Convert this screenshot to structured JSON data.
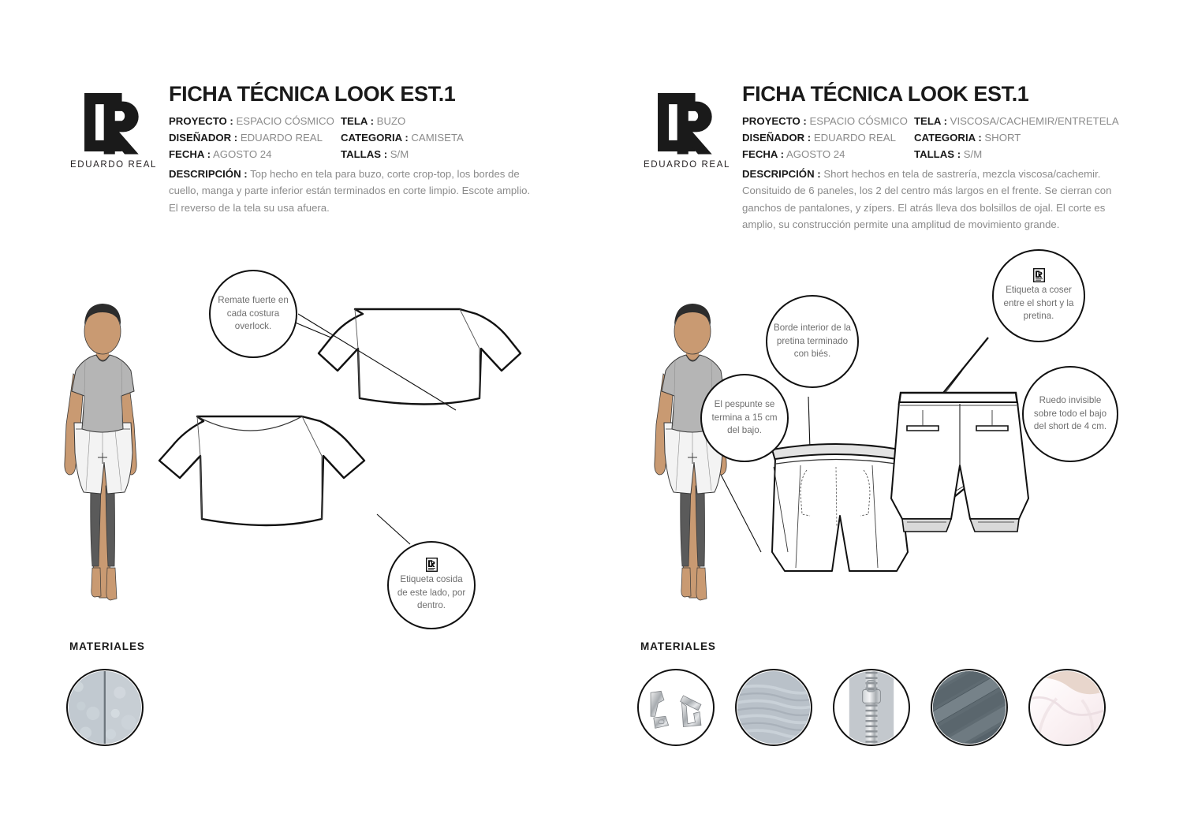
{
  "brand": {
    "logo_icon": "clr-monogram-icon",
    "wordmark": "EDUARDO REAL"
  },
  "panels": [
    {
      "title": "FICHA TÉCNICA LOOK EST.1",
      "fields": {
        "proyecto_label": "PROYECTO :",
        "proyecto_value": "ESPACIO CÓSMICO",
        "disenador_label": "DISEÑADOR :",
        "disenador_value": "EDUARDO REAL",
        "fecha_label": "FECHA :",
        "fecha_value": "AGOSTO 24",
        "tela_label": "TELA :",
        "tela_value": "BUZO",
        "categoria_label": "CATEGORIA :",
        "categoria_value": "CAMISETA",
        "tallas_label": "TALLAS :",
        "tallas_value": "S/M"
      },
      "descripcion_label": "DESCRIPCIÓN :",
      "descripcion_value": "Top hecho en tela para buzo, corte crop-top, los bordes de cuello, manga y parte inferior están terminados en corte limpio. Escote amplio. El reverso de la tela su usa afuera.",
      "callouts": [
        {
          "id": "remate-overlock",
          "text": "Remate fuerte en cada costura overlock.",
          "has_tag_icon": false
        },
        {
          "id": "etiqueta-cosida",
          "text": "Etiqueta cosida de este lado, por dentro.",
          "has_tag_icon": true
        }
      ],
      "materials_label": "MATERIALES",
      "materials": [
        {
          "id": "tela-buzo-swatch",
          "name": "fleece-fabric-swatch"
        }
      ]
    },
    {
      "title": "FICHA TÉCNICA LOOK EST.1",
      "fields": {
        "proyecto_label": "PROYECTO :",
        "proyecto_value": "ESPACIO CÓSMICO",
        "disenador_label": "DISEÑADOR :",
        "disenador_value": "EDUARDO REAL",
        "fecha_label": "FECHA :",
        "fecha_value": "AGOSTO 24",
        "tela_label": "TELA :",
        "tela_value": "VISCOSA/CACHEMIR/ENTRETELA",
        "categoria_label": "CATEGORIA :",
        "categoria_value": "SHORT",
        "tallas_label": "TALLAS :",
        "tallas_value": "S/M"
      },
      "descripcion_label": "DESCRIPCIÓN :",
      "descripcion_value": "Short hechos en tela de sastrería, mezcla viscosa/cachemir. Consituido de 6 paneles, los 2 del centro más largos en el frente. Se cierran con ganchos de pantalones, y zípers. El atrás lleva dos bolsillos de ojal. El corte es amplio, su construcción permite una amplitud de movimiento grande.",
      "callouts": [
        {
          "id": "pespunte-15cm",
          "text": "El pespunte se termina a 15 cm del bajo.",
          "has_tag_icon": false
        },
        {
          "id": "borde-pretina-bies",
          "text": "Borde interior de la pretina terminado  con biés.",
          "has_tag_icon": false
        },
        {
          "id": "etiqueta-pretina",
          "text": "Etiqueta a coser entre el short y la pretina.",
          "has_tag_icon": true
        },
        {
          "id": "ruedo-invisible",
          "text": "Ruedo invisible sobre todo el bajo del short de 4 cm.",
          "has_tag_icon": false
        }
      ],
      "materials_label": "MATERIALES",
      "materials": [
        {
          "id": "ganchos-pantalon",
          "name": "trouser-hooks-swatch"
        },
        {
          "id": "tela-viscosa",
          "name": "light-grey-fabric-swatch"
        },
        {
          "id": "ziper",
          "name": "metal-zipper-swatch"
        },
        {
          "id": "bies",
          "name": "grey-bias-tape-swatch"
        },
        {
          "id": "entretela",
          "name": "white-interfacing-swatch"
        }
      ]
    }
  ],
  "colors": {
    "ink": "#231f20",
    "muted": "#8b8b8b",
    "skin": "#c99a72",
    "hair": "#2c2c2c",
    "top_grey": "#b5b5b5",
    "short_white": "#f3f3f3",
    "legging_grey": "#5a5a5a",
    "swatch_fleece": "#c5ccd2",
    "swatch_fabric": "#b9c0c8",
    "swatch_bias": "#5f6b72",
    "swatch_interfacing": "#f6eef0"
  }
}
